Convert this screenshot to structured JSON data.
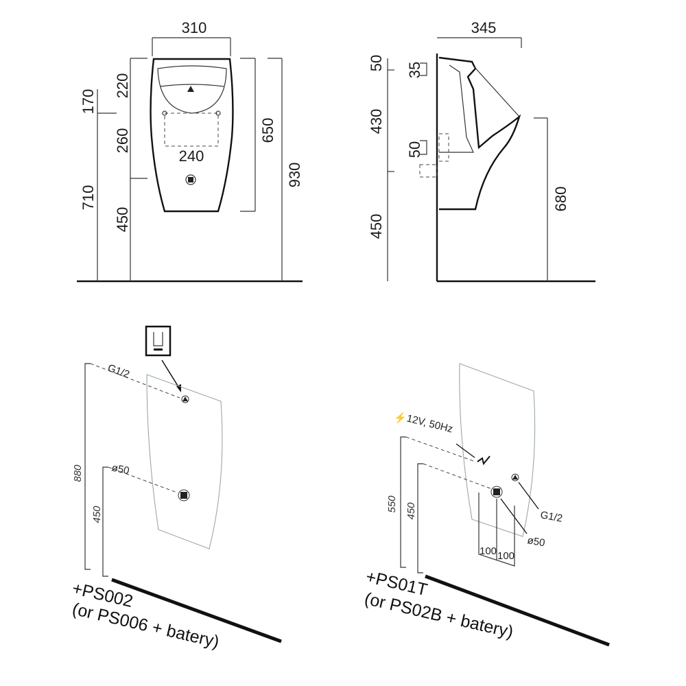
{
  "front_view": {
    "width": "310",
    "dims_left": [
      "170",
      "710"
    ],
    "dims_mid": [
      "220",
      "260",
      "450"
    ],
    "inner_width": "240",
    "height_body": "650",
    "height_total": "930"
  },
  "side_view": {
    "depth": "345",
    "dims_left": [
      "50",
      "430",
      "450"
    ],
    "dims_inner": [
      "35",
      "50"
    ],
    "rim_height": "680"
  },
  "install_left": {
    "inlet": "G1/2",
    "outlet": "ø50",
    "height_inlet": "880",
    "height_outlet": "450",
    "kit": "+PS002",
    "alt": "(or PS006 + batery)"
  },
  "install_right": {
    "power": "12V, 50Hz",
    "inlet": "G1/2",
    "outlet": "ø50",
    "height_power": "550",
    "height_outlet": "450",
    "spacing": [
      "100",
      "100"
    ],
    "kit": "+PS01T",
    "alt": "(or PS02B + batery)"
  }
}
